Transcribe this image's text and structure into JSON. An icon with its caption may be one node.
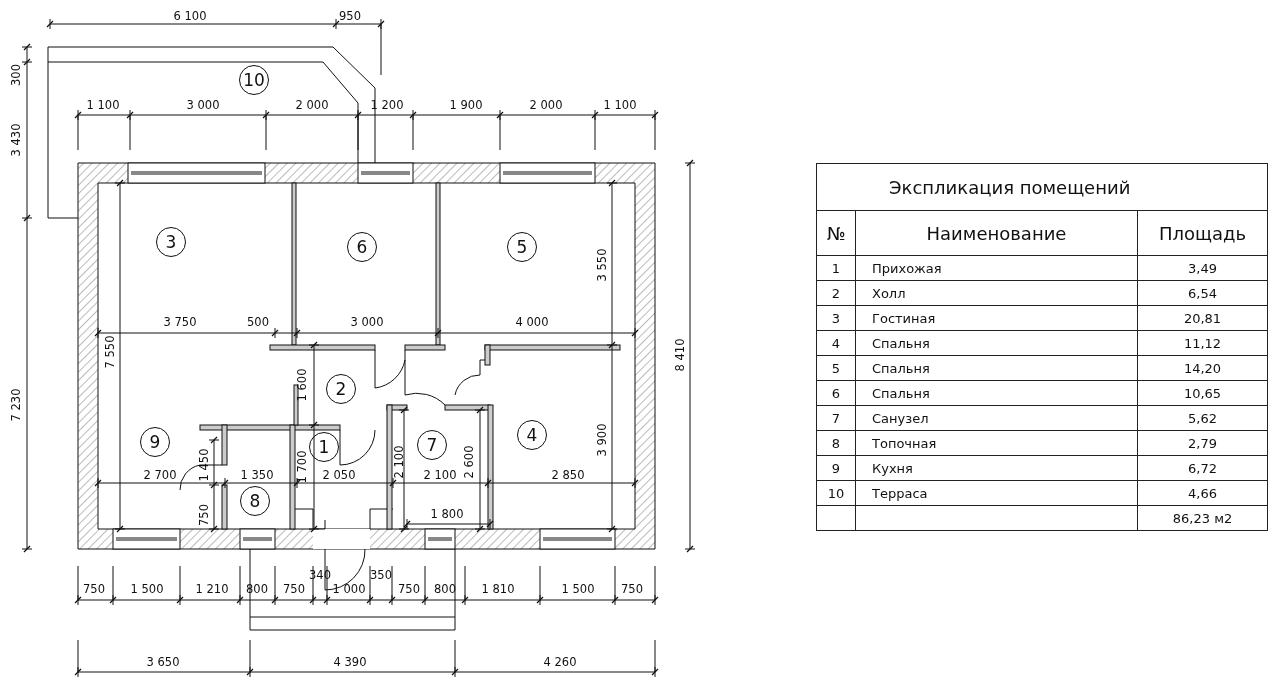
{
  "diagram": {
    "nodes": [
      {
        "text": [
          "10"
        ]
      },
      {
        "text": [
          "3"
        ]
      },
      {
        "text": [
          "6"
        ]
      },
      {
        "text": [
          "5"
        ]
      },
      {
        "text": [
          "2"
        ]
      },
      {
        "text": [
          "9"
        ]
      },
      {
        "text": [
          "1"
        ]
      },
      {
        "text": [
          "7"
        ]
      },
      {
        "text": [
          "4"
        ]
      },
      {
        "text": [
          "8"
        ]
      }
    ],
    "labels": [
      "6 100",
      "950",
      "300",
      "3 430",
      "1 100",
      "3 000",
      "2 000",
      "1 200",
      "1 900",
      "2 000",
      "1 100",
      "3 550",
      "3 750",
      "500",
      "3 000",
      "4 000",
      "7 550",
      "8 410",
      "7 230",
      "1 600",
      "3 900",
      "1 450",
      "1 700",
      "2 100",
      "2 600",
      "2 700",
      "1 350",
      "2 050",
      "2 100",
      "2 850",
      "750",
      "1 800",
      "340",
      "350",
      "750",
      "1 500",
      "1 210",
      "800",
      "750",
      "1 000",
      "750",
      "800",
      "1 810",
      "1 500",
      "750",
      "3 650",
      "4 390",
      "4 260",
      "Экспликация помещений",
      "№",
      "Наименование",
      "Площадь",
      "1",
      "Прихожая",
      "3,49",
      "2",
      "Холл",
      "6,54",
      "3",
      "Гостиная",
      "20,81",
      "4",
      "Спальня",
      "11,12",
      "5",
      "Спальня",
      "14,20",
      "6",
      "Спальня",
      "10,65",
      "7",
      "Санузел",
      "5,62",
      "8",
      "Топочная",
      "2,79",
      "9",
      "Кухня",
      "6,72",
      "10",
      "Терраса",
      "4,66",
      "86,23 м2"
    ]
  }
}
